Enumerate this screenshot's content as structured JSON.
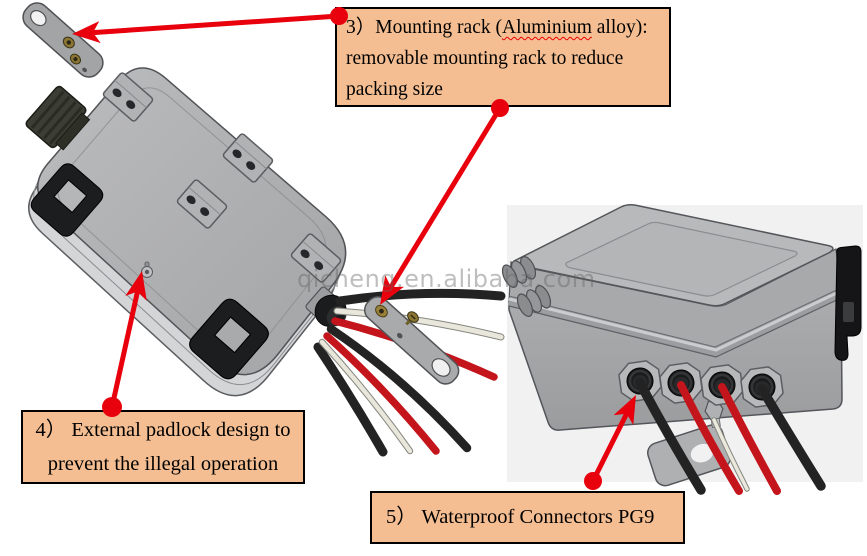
{
  "watermark": {
    "text": "qicheng.en.alibaba.com"
  },
  "notes": {
    "mounting_rack": {
      "line1_a": "3）Mounting rack (",
      "line1_misspelled": "Aluminium",
      "line1_b": " alloy):",
      "line2": "removable mounting rack to reduce",
      "line3": "packing size"
    },
    "padlock": {
      "line1": "4） External padlock design to",
      "line2": "prevent the illegal operation"
    },
    "connectors": {
      "line1": "5） Waterproof Connectors PG9"
    }
  },
  "colors": {
    "note_bg": "#F4BE92",
    "note_border": "#000000",
    "arrow_red": "#E8000D",
    "enclosure_gray": "#ADAEB0",
    "enclosure_outline": "#515356",
    "cable_red": "#C3151B",
    "cable_black": "#232323",
    "cable_white": "#E9E7DB",
    "connector_black": "#1B1C1E",
    "closeup_background": "#F1F1F2"
  }
}
